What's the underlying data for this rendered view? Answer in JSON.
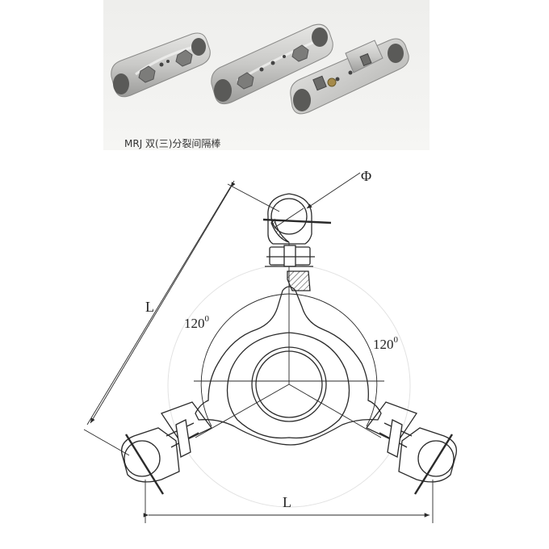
{
  "caption": "MRJ 双(三)分裂间隔棒",
  "labels": {
    "phi": "Φ",
    "angle_left": "120",
    "angle_left_sup": "0",
    "angle_right": "120",
    "angle_right_sup": "0",
    "length_diag": "L",
    "length_horiz": "L"
  },
  "colors": {
    "line": "#2a2a2a",
    "metal_light": "#d9d9d7",
    "metal_mid": "#b9b9b7",
    "metal_dark": "#8d8d8b"
  }
}
